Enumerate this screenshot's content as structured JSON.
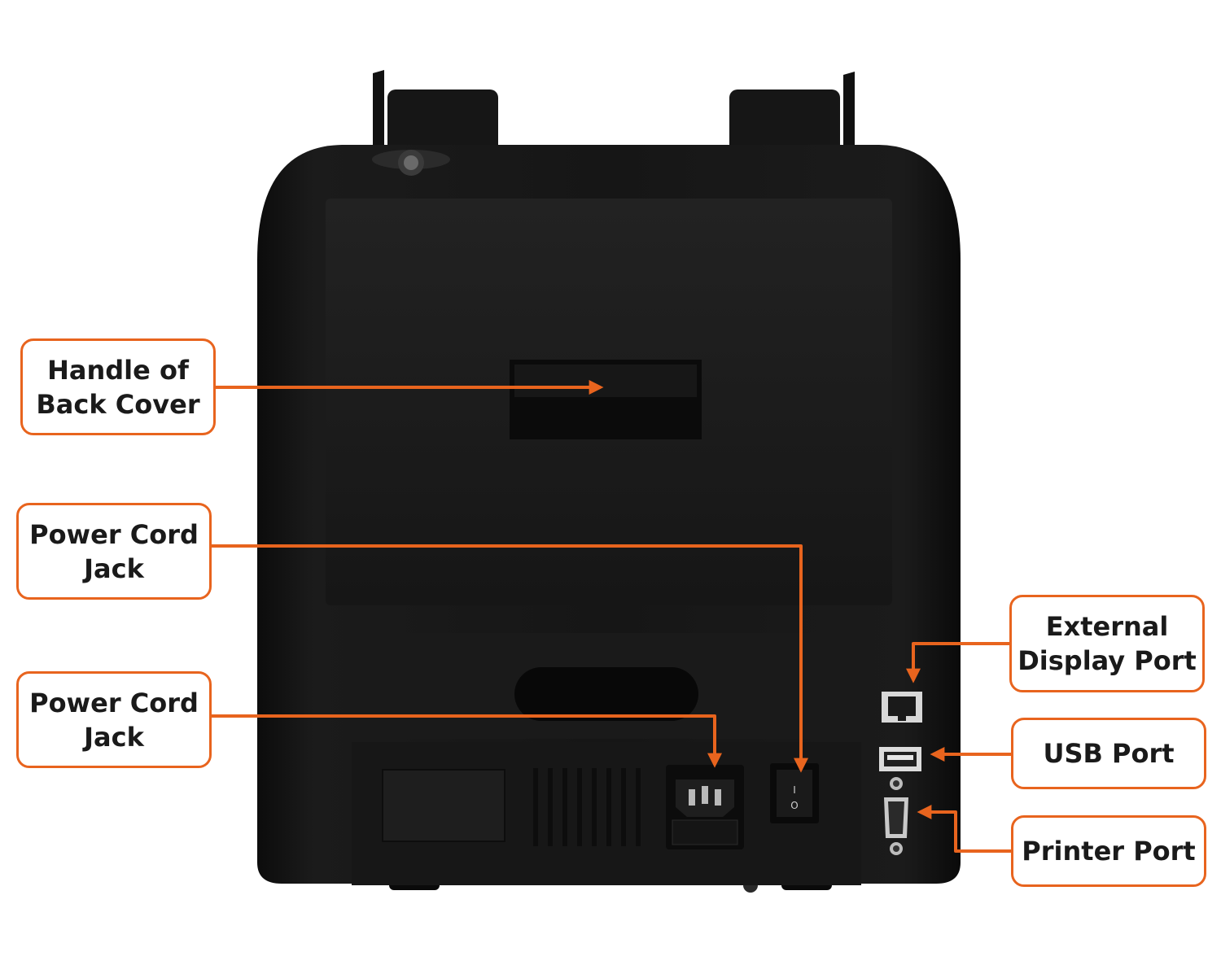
{
  "colors": {
    "accent": "#e8641e",
    "device_body": "#141414",
    "device_panel": "#1c1c1c",
    "label_text": "#1a1a1a"
  },
  "labels": {
    "handle_back_cover": [
      "Handle of",
      "Back Cover"
    ],
    "power_cord_jack_top": [
      "Power Cord",
      "Jack"
    ],
    "power_cord_jack_bottom": [
      "Power Cord",
      "Jack"
    ],
    "external_display_port": [
      "External",
      "Display Port"
    ],
    "usb_port": [
      "USB Port"
    ],
    "printer_port": [
      "Printer Port"
    ]
  },
  "switch_marks": {
    "on": "I",
    "off": "O"
  }
}
